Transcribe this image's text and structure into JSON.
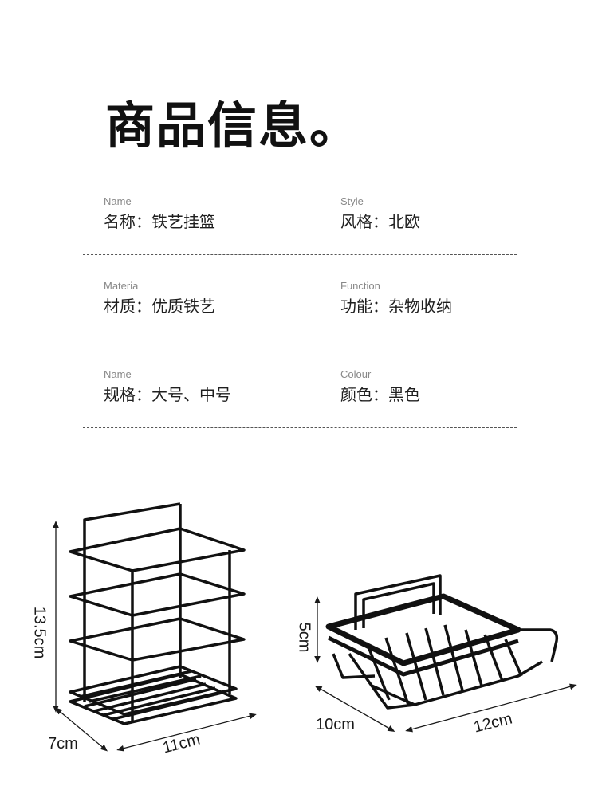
{
  "title": "商品信息。",
  "specs": [
    {
      "en": "Name",
      "zh": "名称：铁艺挂篮"
    },
    {
      "en": "Style",
      "zh": "风格：北欧"
    },
    {
      "en": "Materia",
      "zh": "材质：优质铁艺"
    },
    {
      "en": "Function",
      "zh": "功能：杂物收纳"
    },
    {
      "en": "Name",
      "zh": "规格：大号、中号"
    },
    {
      "en": "Colour",
      "zh": "颜色：黑色"
    }
  ],
  "dimensions": {
    "large": {
      "height": "13.5cm",
      "depth": "7cm",
      "width": "11cm"
    },
    "small": {
      "height": "5cm",
      "depth": "10cm",
      "width": "12cm"
    }
  },
  "colors": {
    "product": "#111111",
    "divider": "#555555",
    "label": "#888888"
  }
}
